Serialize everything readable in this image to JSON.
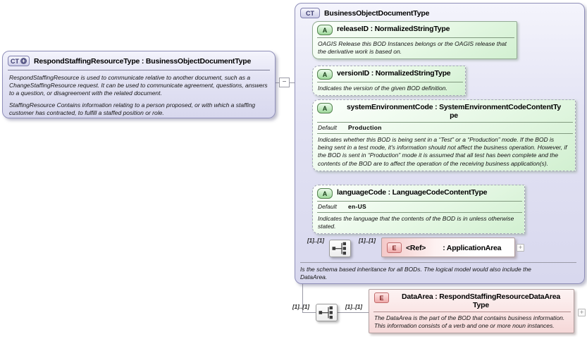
{
  "icons": {
    "collapse": "−",
    "expand": "+",
    "derived_plus": "+"
  },
  "colors": {
    "complex_type_fill": "#dcdcf1",
    "attribute_fill": "#ddf4dc",
    "element_fill": "#f6d8d8",
    "connector": "#9a9aa6"
  },
  "left_box": {
    "badge": "CT",
    "title": "RespondStaffingResourceType : BusinessObjectDocumentType",
    "doc1": "RespondStaffingResource is used to communicate relative to another document, such as a ChangeStaffingResource request. It can be used to communicate agreement, questions, answers to a question, or disagreement with the related document.",
    "doc2": "StaffingResource  Contains information relating to a person proposed, or with which a staffing customer has contracted, to fulfill a staffed position or role."
  },
  "bod_box": {
    "badge": "CT",
    "title": "BusinessObjectDocumentType",
    "attributes": [
      {
        "badge": "A",
        "title": "releaseID : NormalizedStringType",
        "doc": "OAGIS Release this BOD Instances belongs or the OAGIS release that the derivative work is based on."
      },
      {
        "badge": "A",
        "title": "versionID : NormalizedStringType",
        "doc": "Indicates the version of the given BOD definition."
      },
      {
        "badge": "A",
        "title_lines": [
          "systemEnvironmentCode : SystemEnvironmentCodeContentTy",
          "pe"
        ],
        "default_label": "Default",
        "default_value": "Production",
        "doc": "Indicates whether this BOD is being sent in a “Test” or a “Production” mode. If the BOD is being sent in a test mode, it's information should not affect the business operation. However, if the BOD is sent in “Production” mode it is assumed that all test has been complete and the contents of the BOD are to affect the operation of the receiving business application(s)."
      },
      {
        "badge": "A",
        "title": "languageCode : LanguageCodeContentType",
        "default_label": "Default",
        "default_value": "en-US",
        "doc": "Indicates the language that the contents of the BOD is in unless otherwise stated."
      }
    ],
    "application_area_row": {
      "cardinality_left": "[1]..[1]",
      "cardinality_right": "[1]..[1]",
      "element": {
        "badge": "E",
        "name": "<Ref>",
        "type": ": ApplicationArea"
      }
    },
    "footer_doc": "Is the schema based inheritance for all BODs. The logical model would also include the DataArea."
  },
  "data_area_row": {
    "cardinality_left": "[1]..[1]",
    "cardinality_right": "[1]..[1]",
    "element": {
      "badge": "E",
      "title_lines": [
        "DataArea : RespondStaffingResourceDataArea",
        "Type"
      ],
      "doc": "The DataArea is the part of the BOD that contains business information. This information consists of a verb and one or more noun instances."
    }
  }
}
